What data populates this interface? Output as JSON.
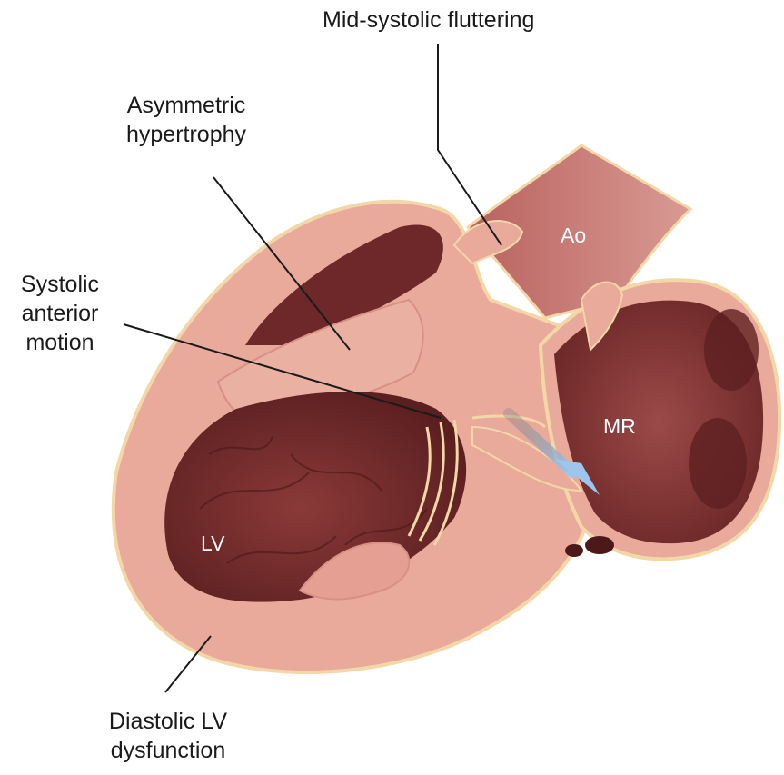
{
  "labels": {
    "mid_systolic": "Mid-systolic fluttering",
    "asymmetric_line1": "Asymmetric",
    "asymmetric_line2": "hypertrophy",
    "sam_line1": "Systolic",
    "sam_line2": "anterior",
    "sam_line3": "motion",
    "diastolic_line1": "Diastolic LV",
    "diastolic_line2": "dysfunction",
    "ao": "Ao",
    "mr": "MR",
    "lv": "LV"
  },
  "colors": {
    "myocardium": "#e9a99b",
    "chamber": "#7a2e2e",
    "outline": "#f3d7a8",
    "aorta": "#c97b76",
    "regurgitation_arrow": "#9cc6ee"
  }
}
